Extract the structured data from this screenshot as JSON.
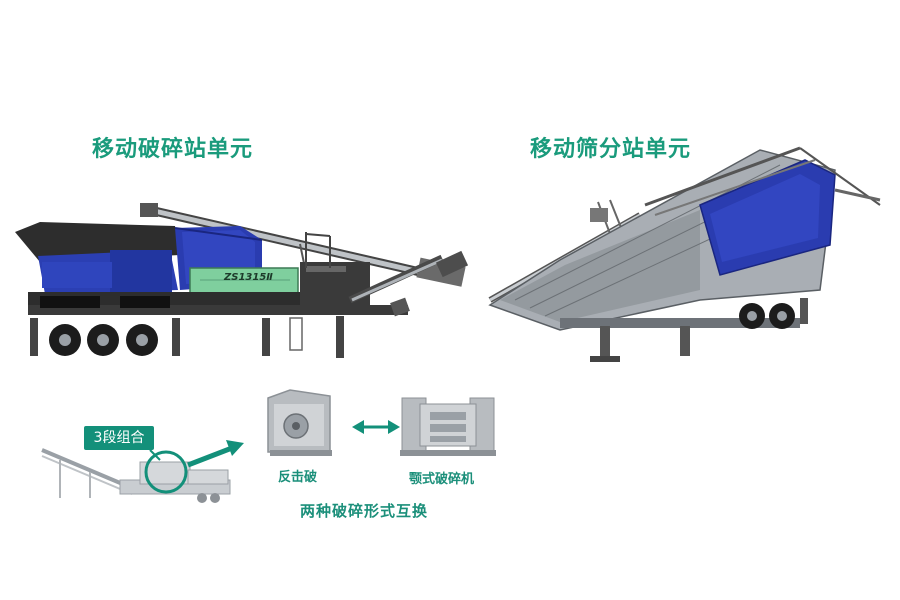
{
  "titles": {
    "crushing_unit": "移动破碎站单元",
    "screening_unit": "移动筛分站单元"
  },
  "machine_plate": {
    "model": "ZS1315Ⅱ"
  },
  "diagram": {
    "stage_badge": "3段组合",
    "impact_crusher_label": "反击破",
    "jaw_crusher_label": "颚式破碎机",
    "interchange_label": "两种破碎形式互换"
  },
  "icons": {
    "swap_arrow": "double-arrow-icon",
    "flow_arrow": "arrow-right-icon"
  },
  "colors": {
    "title_green": "#1a9b7c",
    "badge_teal": "#13907a",
    "caption_teal": "#1b8f7a",
    "machine_blue": "#2b3fb3",
    "machine_green": "#7fcf9e",
    "frame_dark": "#2d2d2d",
    "steel_gray": "#9aa0a6"
  }
}
